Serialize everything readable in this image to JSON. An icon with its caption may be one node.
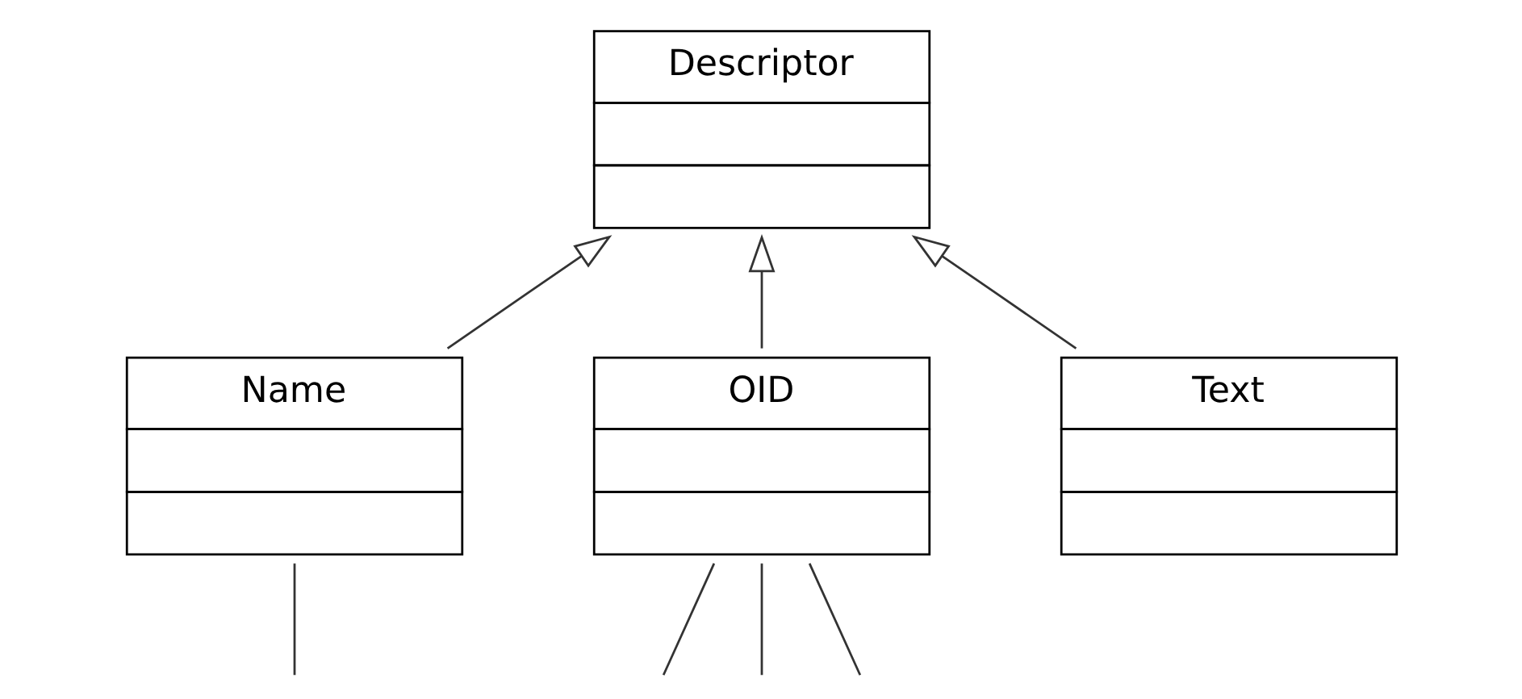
{
  "diagram": {
    "nodes": [
      {
        "text": [
          "Descriptor"
        ]
      },
      {
        "text": [
          "Name"
        ]
      },
      {
        "text": [
          "OID"
        ]
      },
      {
        "text": [
          "Text"
        ]
      }
    ],
    "edges": [
      {
        "from": 1,
        "to": 0,
        "arrow": "to"
      },
      {
        "from": 2,
        "to": 0,
        "arrow": "to"
      },
      {
        "from": 3,
        "to": 0,
        "arrow": "to"
      },
      {
        "from": 1,
        "to": null,
        "arrow": "none"
      },
      {
        "from": 2,
        "to": null,
        "arrow": "none"
      },
      {
        "from": 2,
        "to": null,
        "arrow": "none"
      },
      {
        "from": 2,
        "to": null,
        "arrow": "none"
      }
    ]
  }
}
